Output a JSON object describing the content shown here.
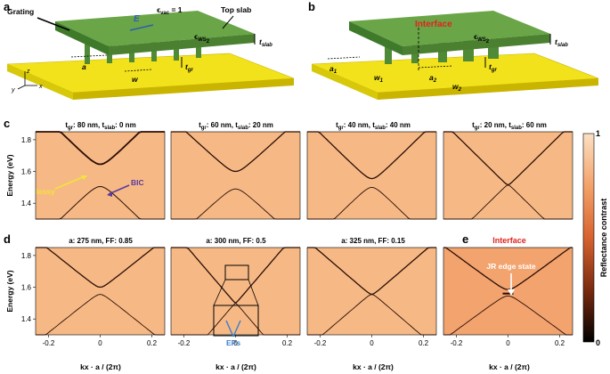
{
  "panels": {
    "a": {
      "letter": "a",
      "grating": "Grating",
      "e_label": "E",
      "eps_vac": "ϵ",
      "eps_vac_sub": "vac",
      "eps_vac_val": " = 1",
      "top_slab": "Top slab",
      "eps_ws2": "ϵ",
      "eps_ws2_sub": "WS",
      "eps_ws2_subsub": "2",
      "t_slab": "t",
      "t_slab_sub": "slab",
      "t_gr": "t",
      "t_gr_sub": "gr",
      "a_lbl": "a",
      "w_lbl": "w",
      "axis_z": "z",
      "axis_y": "y",
      "axis_x": "x"
    },
    "b": {
      "letter": "b",
      "interface": "Interface",
      "eps_ws2": "ϵ",
      "eps_ws2_sub": "WS",
      "eps_ws2_subsub": "2",
      "t_slab": "t",
      "t_slab_sub": "slab",
      "t_gr": "t",
      "t_gr_sub": "gr",
      "a1": "a",
      "a1_sub": "1",
      "a2": "a",
      "a2_sub": "2",
      "w1": "w",
      "w1_sub": "1",
      "w2": "w",
      "w2_sub": "2"
    },
    "c_letter": "c",
    "d_letter": "d",
    "e_letter": "e",
    "c_titles": [
      {
        "pre": "t",
        "sub1": "gr",
        "mid": ": 80 nm, t",
        "sub2": "slab",
        "post": ": 0 nm"
      },
      {
        "pre": "t",
        "sub1": "gr",
        "mid": ": 60 nm, t",
        "sub2": "slab",
        "post": ": 20 nm"
      },
      {
        "pre": "t",
        "sub1": "gr",
        "mid": ": 40 nm, t",
        "sub2": "slab",
        "post": ": 40 nm"
      },
      {
        "pre": "t",
        "sub1": "gr",
        "mid": ": 20 nm, t",
        "sub2": "slab",
        "post": ": 60 nm"
      }
    ],
    "d_titles": [
      "a: 275 nm, FF: 0.85",
      "a: 300 nm, FF: 0.5",
      "a: 325 nm, FF: 0.15"
    ],
    "e_title": "Interface",
    "lossy": "lossy",
    "bic": "BIC",
    "eps_label": "EPs",
    "jr_label": "JR edge state",
    "y_axis_title": "Energy (eV)",
    "x_axis_title": "kx · a / (2π)",
    "y_ticks": [
      "1.8",
      "1.6",
      "1.4"
    ],
    "x_ticks": [
      "-0.2",
      "0",
      "0.2"
    ],
    "colorbar": {
      "title": "Reflectance contrast",
      "max": "1",
      "min": "0"
    }
  },
  "colors": {
    "green": "#6aa548",
    "green_dark": "#3f7a2b",
    "gold": "#f2e21c",
    "plot_bg": "#f6b985",
    "band": "#2a0e06",
    "arrow_blue": "#2d5fb0",
    "interface_red": "#e0231d",
    "yellow": "#f3e33a",
    "purple": "#5a3b9c",
    "blue": "#3a7dc9"
  }
}
